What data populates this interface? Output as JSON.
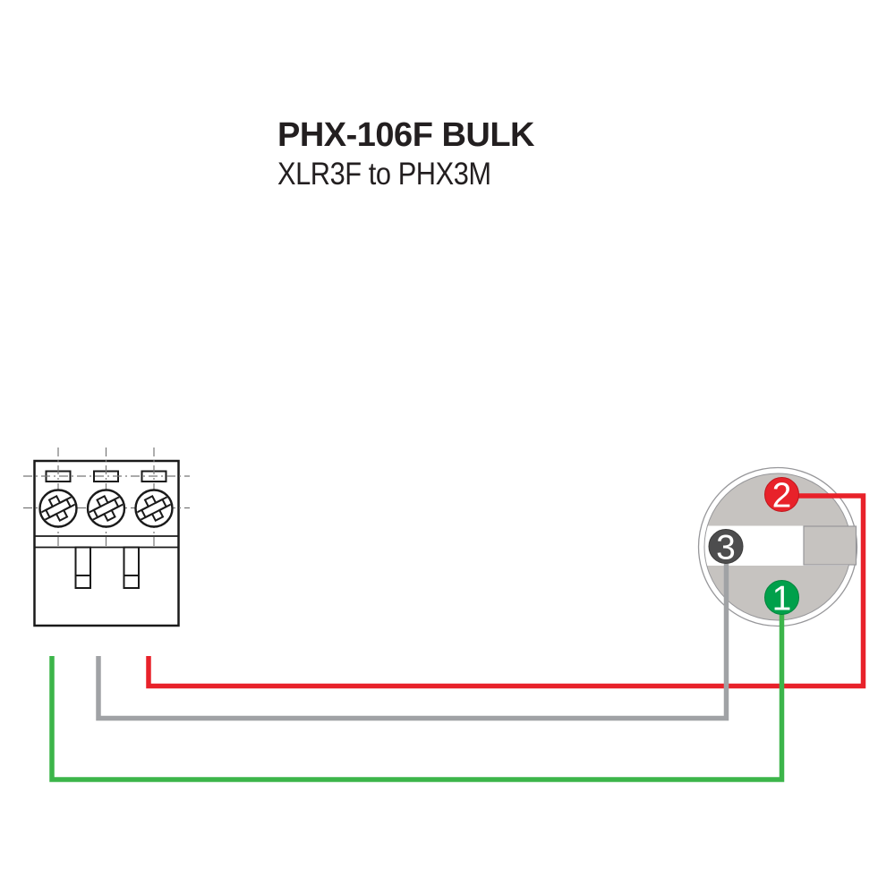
{
  "header": {
    "title": "PHX-106F BULK",
    "subtitle": "XLR3F to PHX3M"
  },
  "phoenix_connector": {
    "type": "PHX3M",
    "positions": 3
  },
  "xlr_connector": {
    "type": "XLR3F",
    "body_color": "#C6C3C0",
    "outline_color": "#97979A",
    "pins": [
      {
        "number": "2",
        "color": "#E8222A"
      },
      {
        "number": "3",
        "color": "#4D4D4E"
      },
      {
        "number": "1",
        "color": "#00A04B"
      }
    ]
  },
  "wires": [
    {
      "id": "red",
      "color": "#E8222A",
      "to_pin": "2"
    },
    {
      "id": "gray",
      "color": "#A0A2A5",
      "to_pin": "3"
    },
    {
      "id": "green",
      "color": "#3CB54A",
      "to_pin": "1"
    }
  ]
}
